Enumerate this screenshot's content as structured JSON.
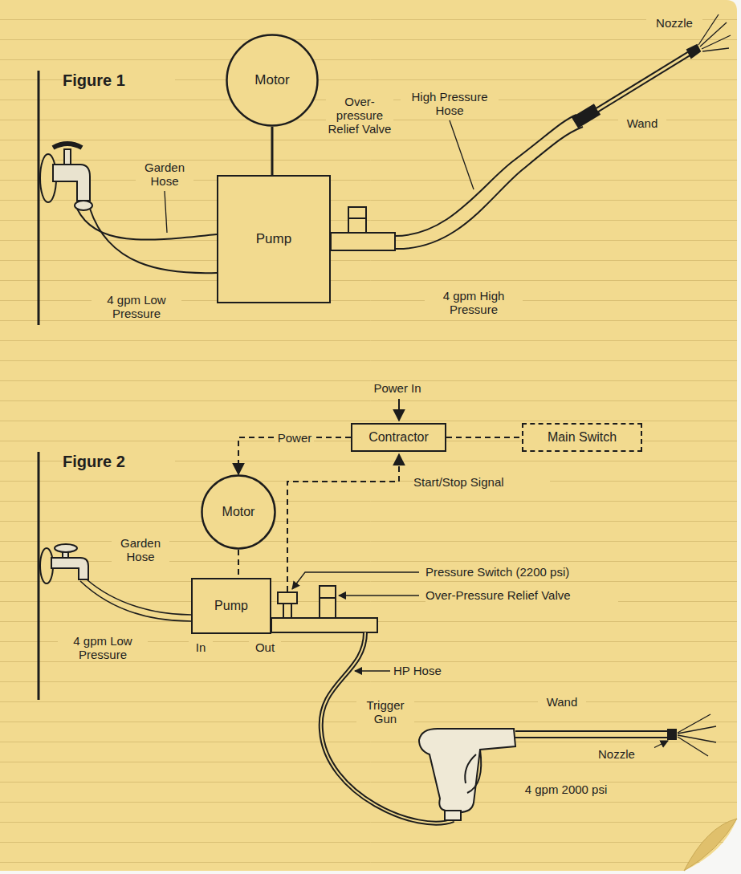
{
  "diagram": {
    "nodes": [
      {
        "text": [
          "Motor"
        ]
      },
      {
        "text": [
          "Pump"
        ]
      },
      {
        "text": [
          "Contractor"
        ]
      },
      {
        "text": [
          "Main Switch"
        ]
      },
      {
        "text": [
          "Motor"
        ]
      },
      {
        "text": [
          "Pump"
        ]
      }
    ],
    "edges": [
      {
        "from": 0,
        "to": 1,
        "arrow": "none"
      },
      {
        "from": 2,
        "to": 3,
        "arrow": "none"
      },
      {
        "from": 2,
        "to": 4,
        "label": "Power",
        "arrow": "to"
      },
      {
        "from": 4,
        "to": 5,
        "arrow": "none"
      }
    ],
    "labels": [
      "Figure 1",
      "Over-pressure Relief Valve",
      "Garden Hose",
      "4 gpm Low Pressure",
      "High Pressure Hose",
      "4 gpm High Pressure",
      "Nozzle",
      "Wand",
      "Figure 2",
      "Power In",
      "Start/Stop Signal",
      "Pressure Switch (2200 psi)",
      "Over-Pressure Relief Valve",
      "Garden Hose",
      "4 gpm Low Pressure",
      "In",
      "Out",
      "HP Hose",
      "Trigger Gun",
      "Wand",
      "Nozzle",
      "4 gpm 2000 psi"
    ]
  }
}
